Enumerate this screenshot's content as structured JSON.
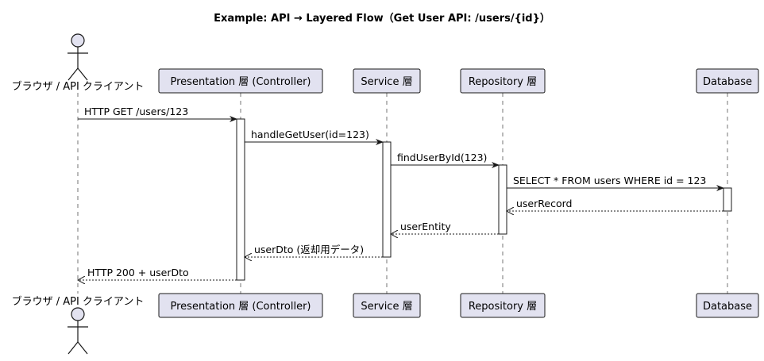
{
  "title": "Example: API → Layered Flow（Get User API: /users/{id}）",
  "participants": [
    {
      "id": "client",
      "kind": "actor",
      "label": "ブラウザ / API クライアント"
    },
    {
      "id": "controller",
      "kind": "box",
      "label": "Presentation 層 (Controller)"
    },
    {
      "id": "service",
      "kind": "box",
      "label": "Service 層"
    },
    {
      "id": "repository",
      "kind": "box",
      "label": "Repository 層"
    },
    {
      "id": "database",
      "kind": "box",
      "label": "Database"
    }
  ],
  "messages": [
    {
      "from": "client",
      "to": "controller",
      "label": "HTTP GET /users/123",
      "style": "solid"
    },
    {
      "from": "controller",
      "to": "service",
      "label": "handleGetUser(id=123)",
      "style": "solid"
    },
    {
      "from": "service",
      "to": "repository",
      "label": "findUserById(123)",
      "style": "solid"
    },
    {
      "from": "repository",
      "to": "database",
      "label": "SELECT * FROM users WHERE id = 123",
      "style": "solid"
    },
    {
      "from": "database",
      "to": "repository",
      "label": "userRecord",
      "style": "dashed"
    },
    {
      "from": "repository",
      "to": "service",
      "label": "userEntity",
      "style": "dashed"
    },
    {
      "from": "service",
      "to": "controller",
      "label": "userDto (返却用データ)",
      "style": "dashed"
    },
    {
      "from": "controller",
      "to": "client",
      "label": "HTTP 200 + userDto",
      "style": "dashed"
    }
  ],
  "colors": {
    "participant_fill": "#e2e2f0",
    "line": "#181818",
    "activation_fill": "#ffffff"
  }
}
